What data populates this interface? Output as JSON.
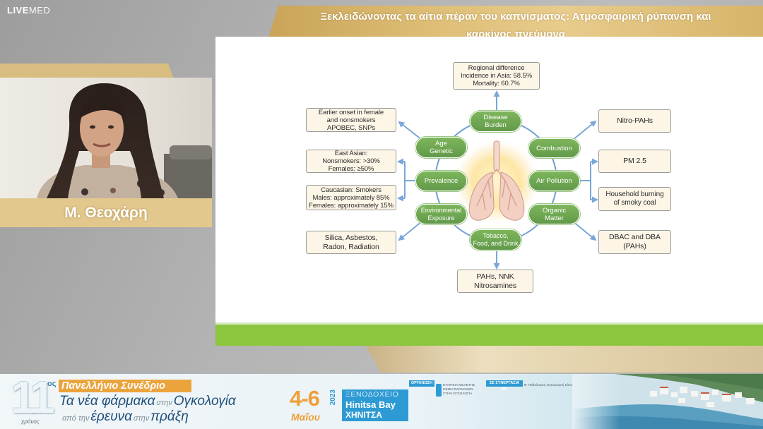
{
  "brand": {
    "live": "LIVE",
    "med": "MED"
  },
  "title": {
    "line1": "Ξεκλειδώνοντας τα αίτια πέραν του καπνίσματος: Ατμοσφαιρική ρύπανση και",
    "line2": "καρκίνος πνεύμονα"
  },
  "speaker": {
    "name": "Μ. Θεοχάρη"
  },
  "diagram": {
    "top_box": [
      "Regional difference",
      "Incidence in Asia: 58.5%",
      "Mortality: 60.7%"
    ],
    "nodes": {
      "disease_burden": [
        "Disease",
        "Burden"
      ],
      "age_genetic": [
        "Age",
        "Genetic"
      ],
      "prevalence": [
        "Prevalence"
      ],
      "environmental_exposure": [
        "Environmental",
        "Exposure"
      ],
      "tobacco": [
        "Tobacco,",
        "Food, and Drink"
      ],
      "organic_matter": [
        "Organic",
        "Matter"
      ],
      "air_pollution": [
        "Air Pollution"
      ],
      "combustion": [
        "Combustion"
      ]
    },
    "left_boxes": {
      "age": [
        "Earlier onset in female",
        "and nonsmokers",
        "APOBEC, SNPs"
      ],
      "east_asian": [
        "East Asian:",
        "Nonsmokers: >30%",
        "Females: ≥50%"
      ],
      "caucasian": [
        "Caucasian: Smokers",
        "Males: approximately 85%",
        "Females: approximately 15%"
      ],
      "environmental": [
        "Silica, Asbestos,",
        "Radon, Radiation"
      ]
    },
    "right_boxes": {
      "combustion": [
        "Nitro-PAHs"
      ],
      "pm": [
        "PM 2.5"
      ],
      "household": [
        "Household burning",
        "of smoky coal"
      ],
      "organic": [
        "DBAC and DBA",
        "(PAHs)"
      ]
    },
    "bottom_box": [
      "PAHs, NNK",
      "Nitrosamines"
    ],
    "colors": {
      "node": "#6ea84c",
      "box_fill": "#fdf6e7",
      "arrow": "#7aa6d8",
      "footer": "#8cc63f"
    }
  },
  "banner": {
    "edition_num": "11",
    "edition_suffix": "ος",
    "edition_word": "χρόνος",
    "congress": "Πανελλήνιο Συνέδριο",
    "line1": [
      "Τα νέα φάρμακα",
      "στην",
      "Ογκολογία"
    ],
    "line2": [
      "από την",
      "έρευνα",
      "στην",
      "πράξη"
    ],
    "dates": "4-6",
    "year": "2023",
    "month": "Μαΐου",
    "venue_label": "ΞΕΝΟΔΟΧΕΙΟ",
    "venue_name": "Hinitsa Bay",
    "venue_place": "ΧΗΝΙΤΣΑ",
    "organizer_label": "ΟΡΓΑΝΩΣΗ",
    "organizer_logo_text": [
      "ΕΤΑΙΡΕΙΑ ΜΕΛΕΤΗΣ",
      "ΝΕΩΝ ΦΑΡΜΑΚΩΝ",
      "ΣΤΗΝ ΟΓΚΟΛΟΓΙΑ"
    ],
    "partner_label": "ΣΕ ΣΥΝΕΡΓΑΣΙΑ ΜΕ",
    "partner_text": [
      "Β' Παθολογική Ογκολογική Κλινική"
    ],
    "colors": {
      "orange": "#eba43c",
      "blue": "#2e9ad3",
      "navy": "#1f4f79"
    }
  }
}
